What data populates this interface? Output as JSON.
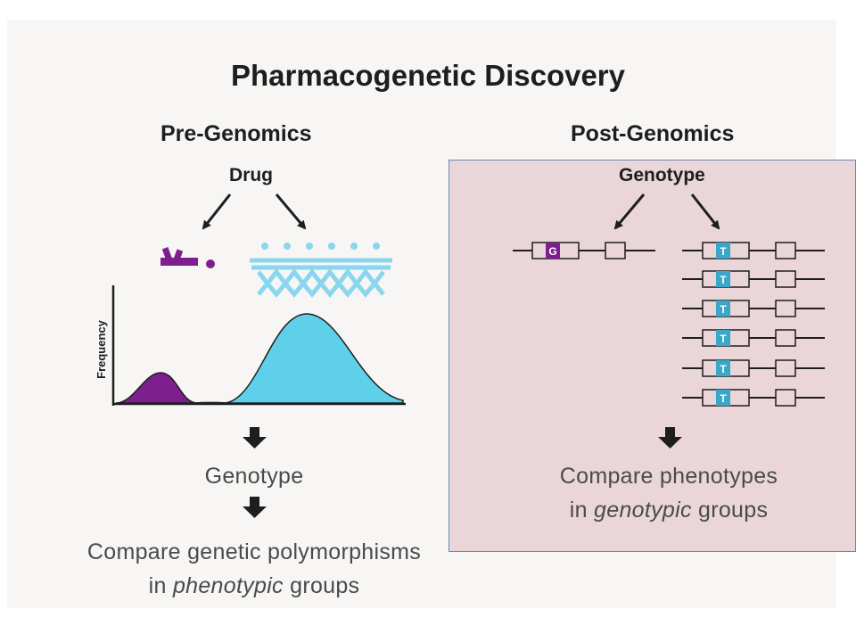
{
  "title": "Pharmacogenetic Discovery",
  "pre": {
    "heading": "Pre-Genomics",
    "input_label": "Drug",
    "ylabel": "Frequency",
    "step1": "Genotype",
    "step2_line1": "Compare genetic polymorphisms",
    "step2_line2_before": "in ",
    "step2_line2_italic": "phenotypic",
    "step2_line2_after": " groups"
  },
  "post": {
    "heading": "Post-Genomics",
    "input_label": "Genotype",
    "allele_left": "G",
    "allele_right": "T",
    "step1_line1": "Compare phenotypes",
    "step1_line2_before": "in ",
    "step1_line2_italic": "genotypic",
    "step1_line2_after": " groups"
  },
  "colors": {
    "purple": "#7e1f8f",
    "cyan": "#5fd0ea",
    "panel": "#ead6d8",
    "allele_t": "#3aa7c9"
  }
}
